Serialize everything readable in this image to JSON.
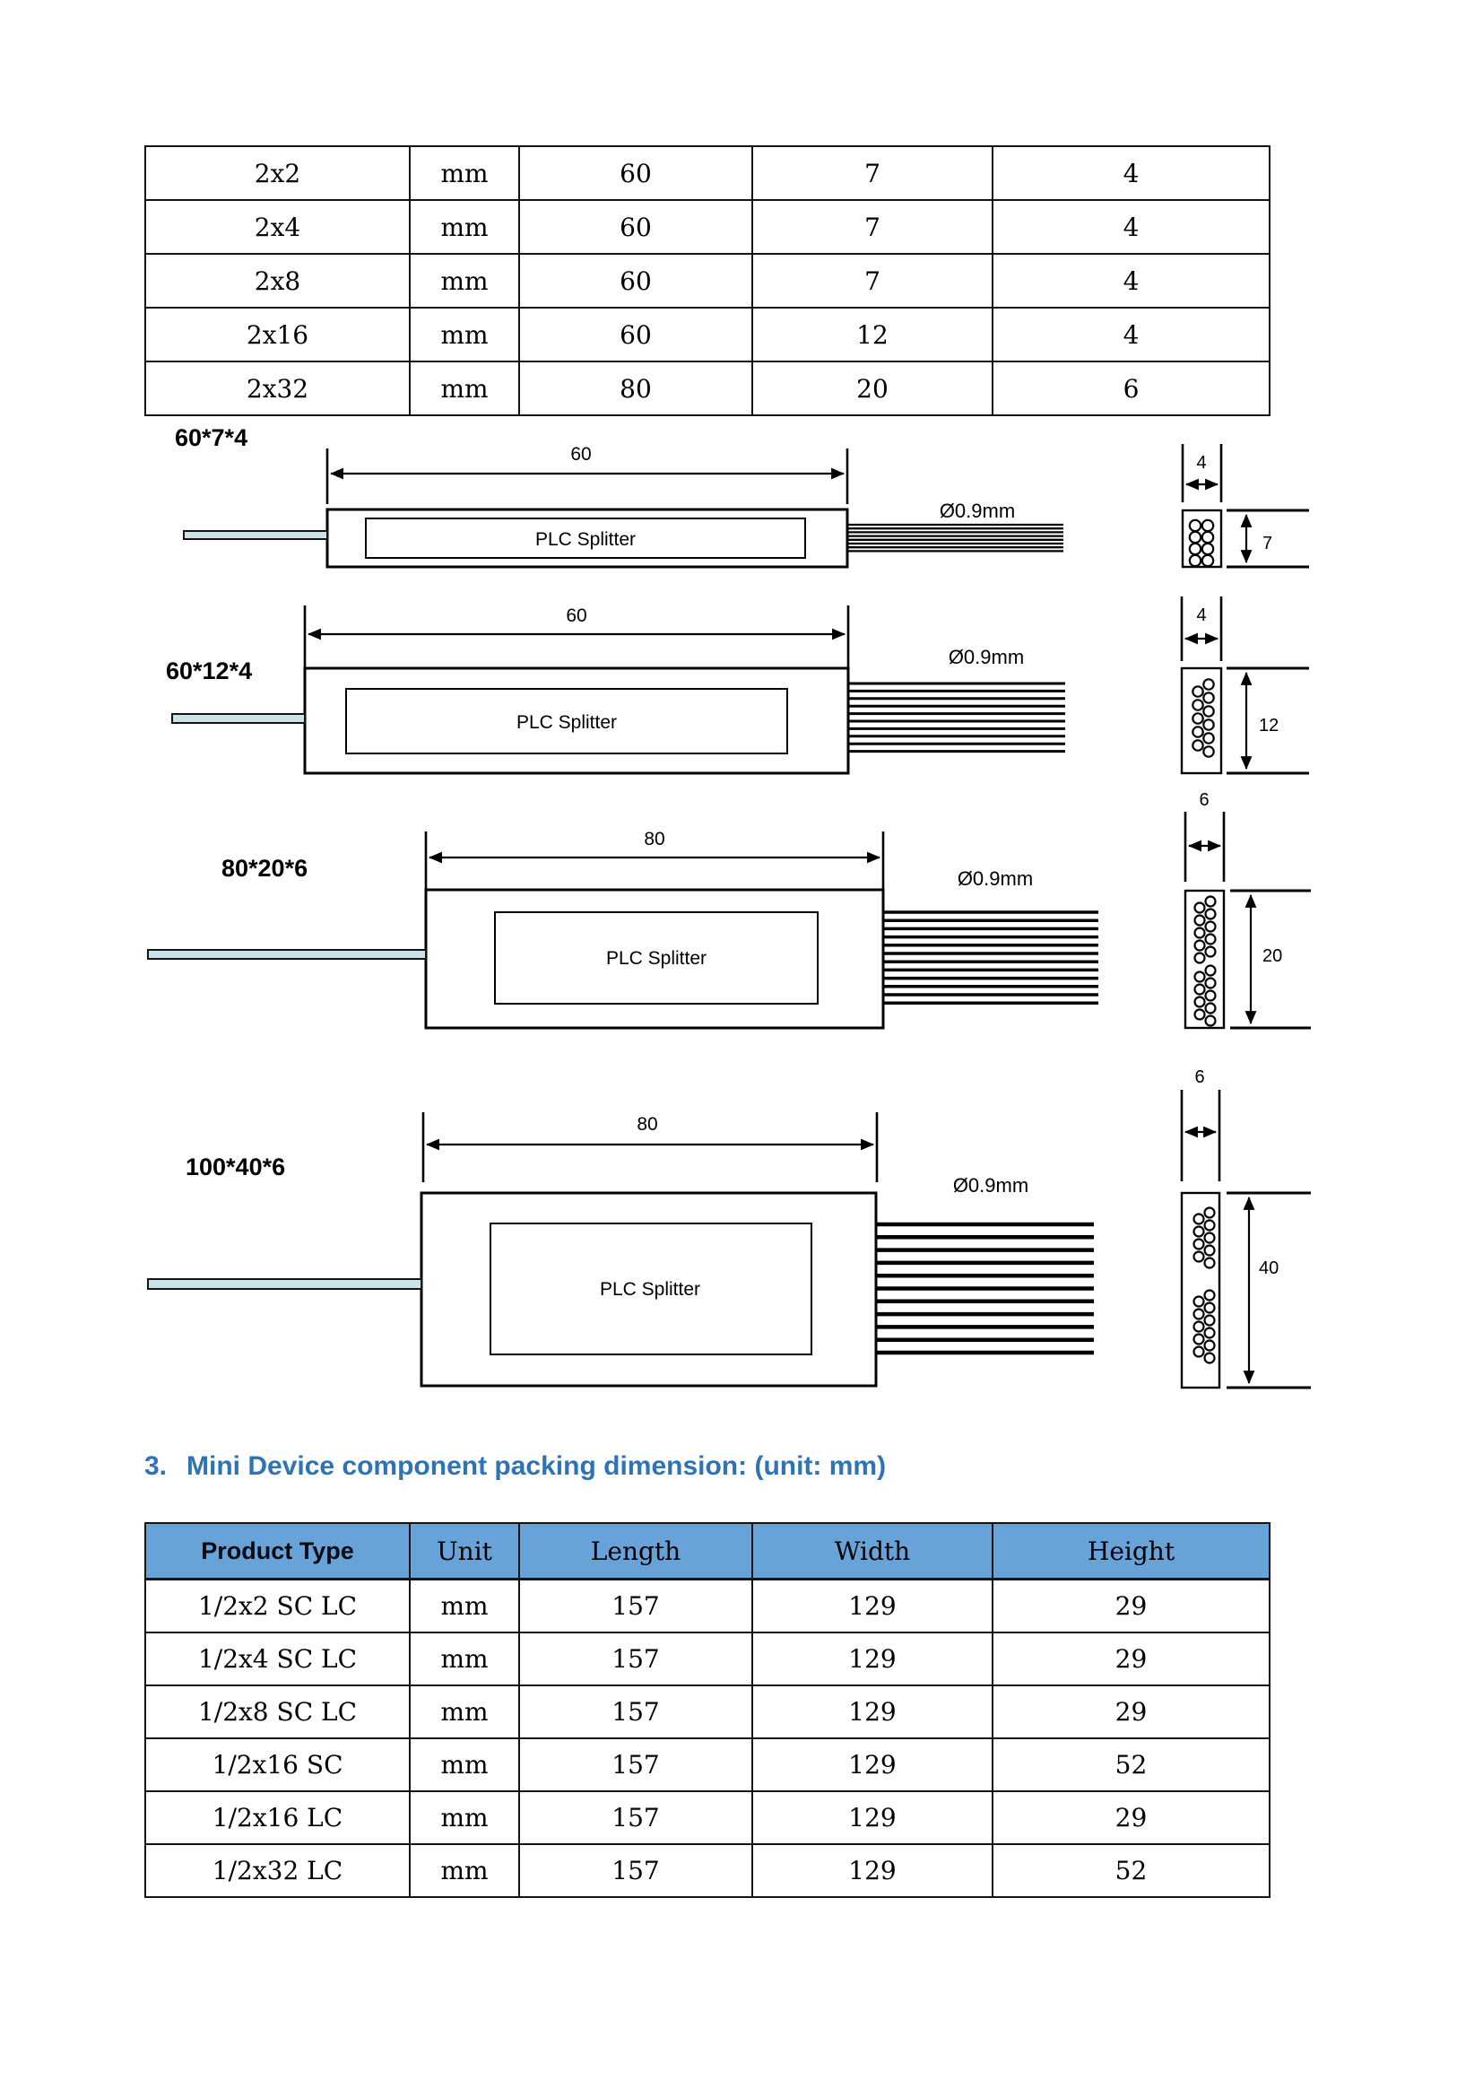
{
  "colors": {
    "heading_blue": "#2E74B5",
    "table_header_bg": "#67A2D8",
    "fiber_fill": "#C9E3E9"
  },
  "table1": {
    "rows": [
      {
        "type": "2x2",
        "unit": "mm",
        "length": "60",
        "width": "7",
        "height": "4"
      },
      {
        "type": "2x4",
        "unit": "mm",
        "length": "60",
        "width": "7",
        "height": "4"
      },
      {
        "type": "2x8",
        "unit": "mm",
        "length": "60",
        "width": "7",
        "height": "4"
      },
      {
        "type": "2x16",
        "unit": "mm",
        "length": "60",
        "width": "12",
        "height": "4"
      },
      {
        "type": "2x32",
        "unit": "mm",
        "length": "80",
        "width": "20",
        "height": "6"
      }
    ]
  },
  "diagrams": {
    "d1": {
      "label": "60*7*4",
      "length_dim": "60",
      "fiber_dia": "Ø0.9mm",
      "device": "PLC Splitter",
      "cs_width": "4",
      "cs_height": "7"
    },
    "d2": {
      "label": "60*12*4",
      "length_dim": "60",
      "fiber_dia": "Ø0.9mm",
      "device": "PLC Splitter",
      "cs_width": "4",
      "cs_height": "12"
    },
    "d3": {
      "label": "80*20*6",
      "length_dim": "80",
      "fiber_dia": "Ø0.9mm",
      "device": "PLC Splitter",
      "cs_width": "6",
      "cs_height": "20"
    },
    "d4": {
      "label": "100*40*6",
      "length_dim": "80",
      "fiber_dia": "Ø0.9mm",
      "device": "PLC Splitter",
      "cs_width": "6",
      "cs_height": "40"
    }
  },
  "heading": {
    "number": "3.",
    "text": "Mini Device component packing dimension: (unit: mm)"
  },
  "table2": {
    "headers": {
      "product": "Product Type",
      "unit": "Unit",
      "length": "Length",
      "width": "Width",
      "height": "Height"
    },
    "rows": [
      {
        "type": "1/2x2 SC LC",
        "unit": "mm",
        "length": "157",
        "width": "129",
        "height": "29"
      },
      {
        "type": "1/2x4 SC LC",
        "unit": "mm",
        "length": "157",
        "width": "129",
        "height": "29"
      },
      {
        "type": "1/2x8 SC LC",
        "unit": "mm",
        "length": "157",
        "width": "129",
        "height": "29"
      },
      {
        "type": "1/2x16 SC",
        "unit": "mm",
        "length": "157",
        "width": "129",
        "height": "52"
      },
      {
        "type": "1/2x16 LC",
        "unit": "mm",
        "length": "157",
        "width": "129",
        "height": "29"
      },
      {
        "type": "1/2x32 LC",
        "unit": "mm",
        "length": "157",
        "width": "129",
        "height": "52"
      }
    ]
  }
}
